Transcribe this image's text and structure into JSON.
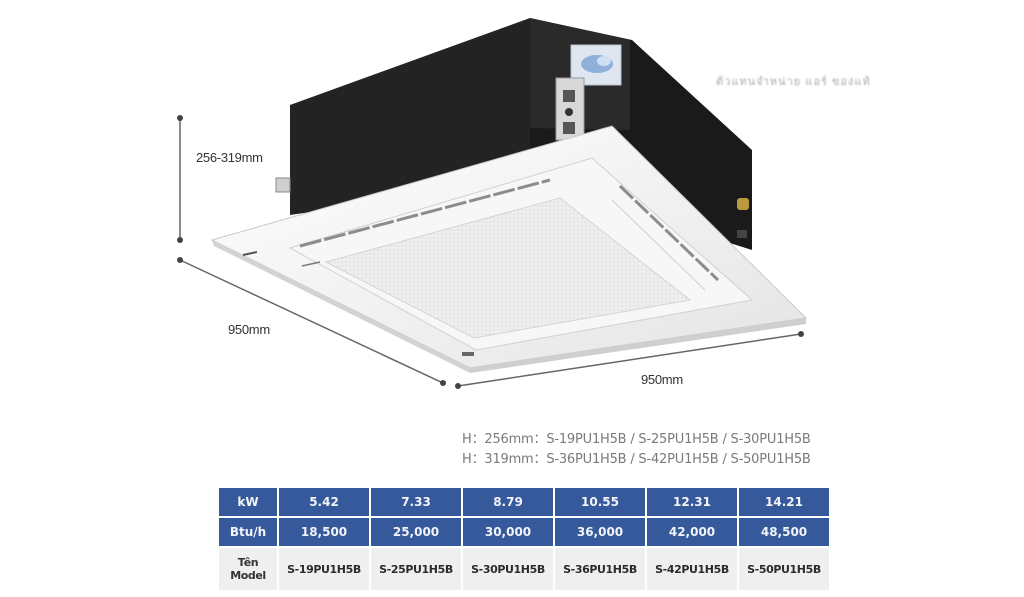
{
  "dimensions": {
    "height_label": "256-319mm",
    "depth_label": "950mm",
    "width_label": "950mm"
  },
  "watermark_text": "ตัวแทนจำหน่าย แอร์ ของแท้",
  "notes": {
    "line1": "H：256mm：S-19PU1H5B / S-25PU1H5B / S-30PU1H5B",
    "line2": "H：319mm：S-36PU1H5B / S-42PU1H5B / S-50PU1H5B"
  },
  "colors": {
    "table_header_blue": "#35599a",
    "table_model_row": "#efefef",
    "unit_body": "#1e1e1e",
    "panel": "#f4f4f4"
  },
  "spec_table": {
    "rows": [
      {
        "label": "kW",
        "values": [
          "5.42",
          "7.33",
          "8.79",
          "10.55",
          "12.31",
          "14.21"
        ]
      },
      {
        "label": "Btu/h",
        "values": [
          "18,500",
          "25,000",
          "30,000",
          "36,000",
          "42,000",
          "48,500"
        ]
      },
      {
        "label_line1": "Tên",
        "label_line2": "Model",
        "values": [
          "S-19PU1H5B",
          "S-25PU1H5B",
          "S-30PU1H5B",
          "S-36PU1H5B",
          "S-42PU1H5B",
          "S-50PU1H5B"
        ]
      }
    ]
  }
}
